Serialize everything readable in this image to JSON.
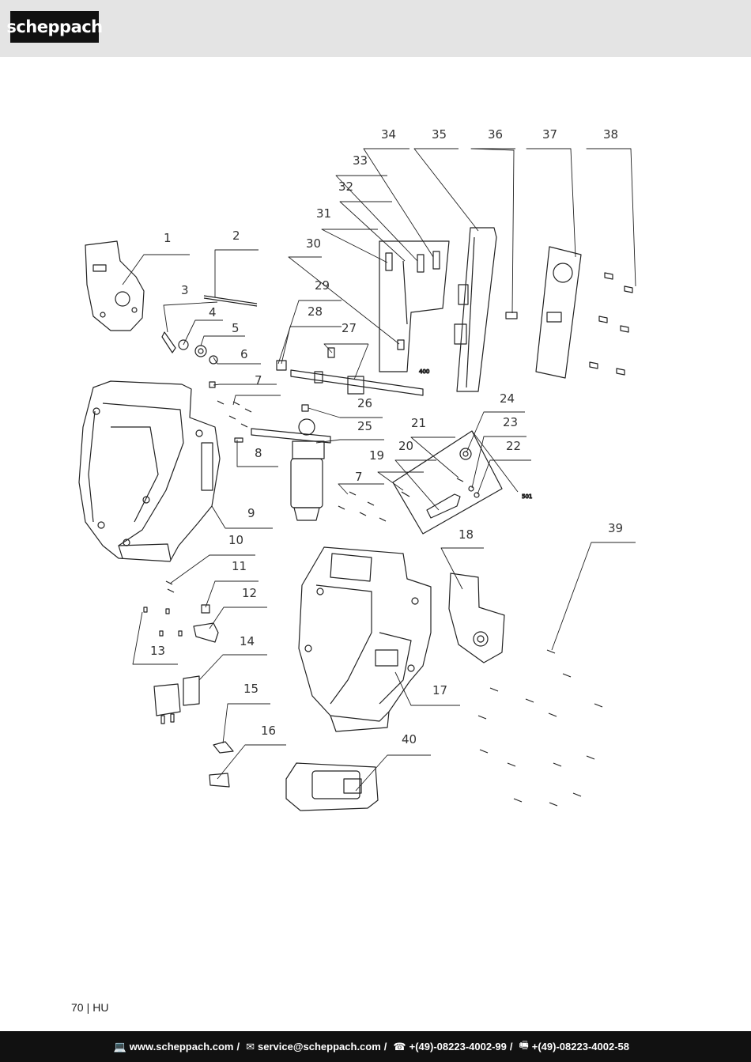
{
  "brand": "scheppach",
  "page": {
    "number": "70",
    "separator": "|",
    "language": "HU"
  },
  "diagram": {
    "part_numbers": [
      "1",
      "2",
      "3",
      "4",
      "5",
      "6",
      "7",
      "7",
      "8",
      "9",
      "10",
      "11",
      "12",
      "13",
      "14",
      "15",
      "16",
      "17",
      "18",
      "19",
      "20",
      "21",
      "22",
      "23",
      "24",
      "25",
      "26",
      "27",
      "28",
      "29",
      "30",
      "31",
      "32",
      "33",
      "34",
      "35",
      "36",
      "37",
      "38",
      "39",
      "40"
    ],
    "tiny_labels": [
      "400",
      "501"
    ]
  },
  "footer": {
    "website_icon": "computer-icon",
    "website": "www.scheppach.com",
    "email_icon": "envelope-icon",
    "email": "service@scheppach.com",
    "phone_icon": "telephone-icon",
    "phone": "+(49)-08223-4002-99",
    "fax_icon": "fax-icon",
    "fax": "+(49)-08223-4002-58",
    "divider": "/"
  }
}
